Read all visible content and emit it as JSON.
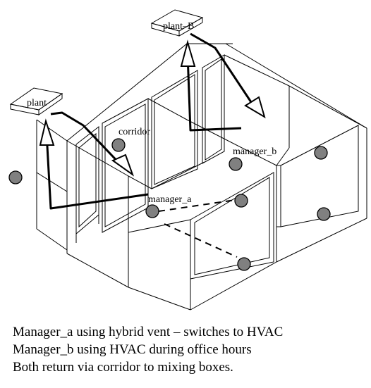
{
  "labels": {
    "plant": "plant",
    "plant_b": "plant–B",
    "corridor": "corridor",
    "manager_a": "manager_a",
    "manager_b": "manager_b"
  },
  "caption": [
    "Manager_a using hybrid vent – switches to HVAC",
    "Manager_b using HVAC during office hours",
    "Both return via corridor to mixing boxes."
  ],
  "colors": {
    "line": "#000000",
    "node_fill": "#808080",
    "background": "#ffffff"
  }
}
